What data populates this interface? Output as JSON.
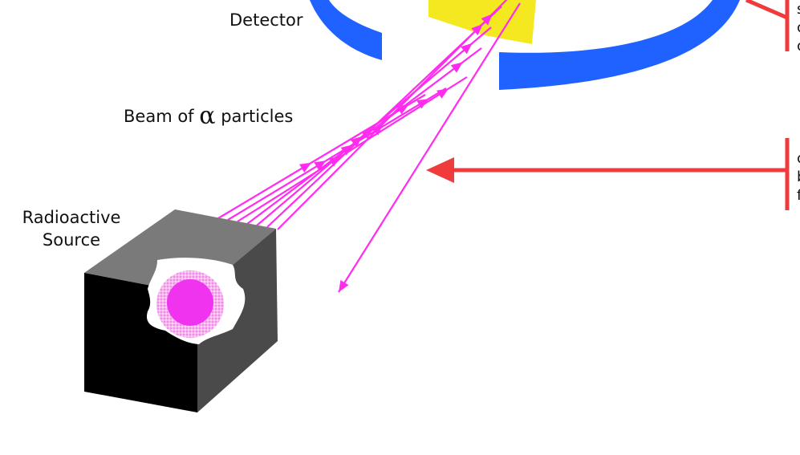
{
  "labels": {
    "detector": "Detector",
    "beam_prefix": "Beam of ",
    "beam_symbol": "α",
    "beam_suffix": " particles",
    "source_line1": "Radioactive",
    "source_line2": "Source"
  },
  "colors": {
    "beam": "#ff2cf0",
    "detector_ring": "#1f62ff",
    "foil": "#f4e821",
    "callout_arrow": "#ef3b3b",
    "box_front": "#000000",
    "box_side": "#4a4a4a",
    "box_top": "#7a7a7a",
    "source_core": "#f033ef"
  },
  "icons": {
    "beam_arrowhead": "arrowhead-icon",
    "callout_arrowhead": "arrowhead-icon"
  }
}
